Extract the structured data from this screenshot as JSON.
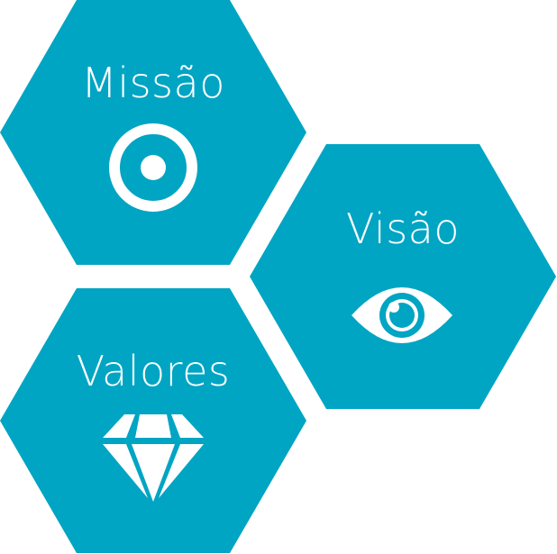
{
  "colors": {
    "hexagon_fill": "#00a5c3",
    "foreground": "#ffffff",
    "background": "#ffffff"
  },
  "hexagons": [
    {
      "id": "missao",
      "label": "Missão",
      "icon": "target-icon"
    },
    {
      "id": "visao",
      "label": "Visão",
      "icon": "eye-icon"
    },
    {
      "id": "valores",
      "label": "Valores",
      "icon": "diamond-icon"
    }
  ]
}
